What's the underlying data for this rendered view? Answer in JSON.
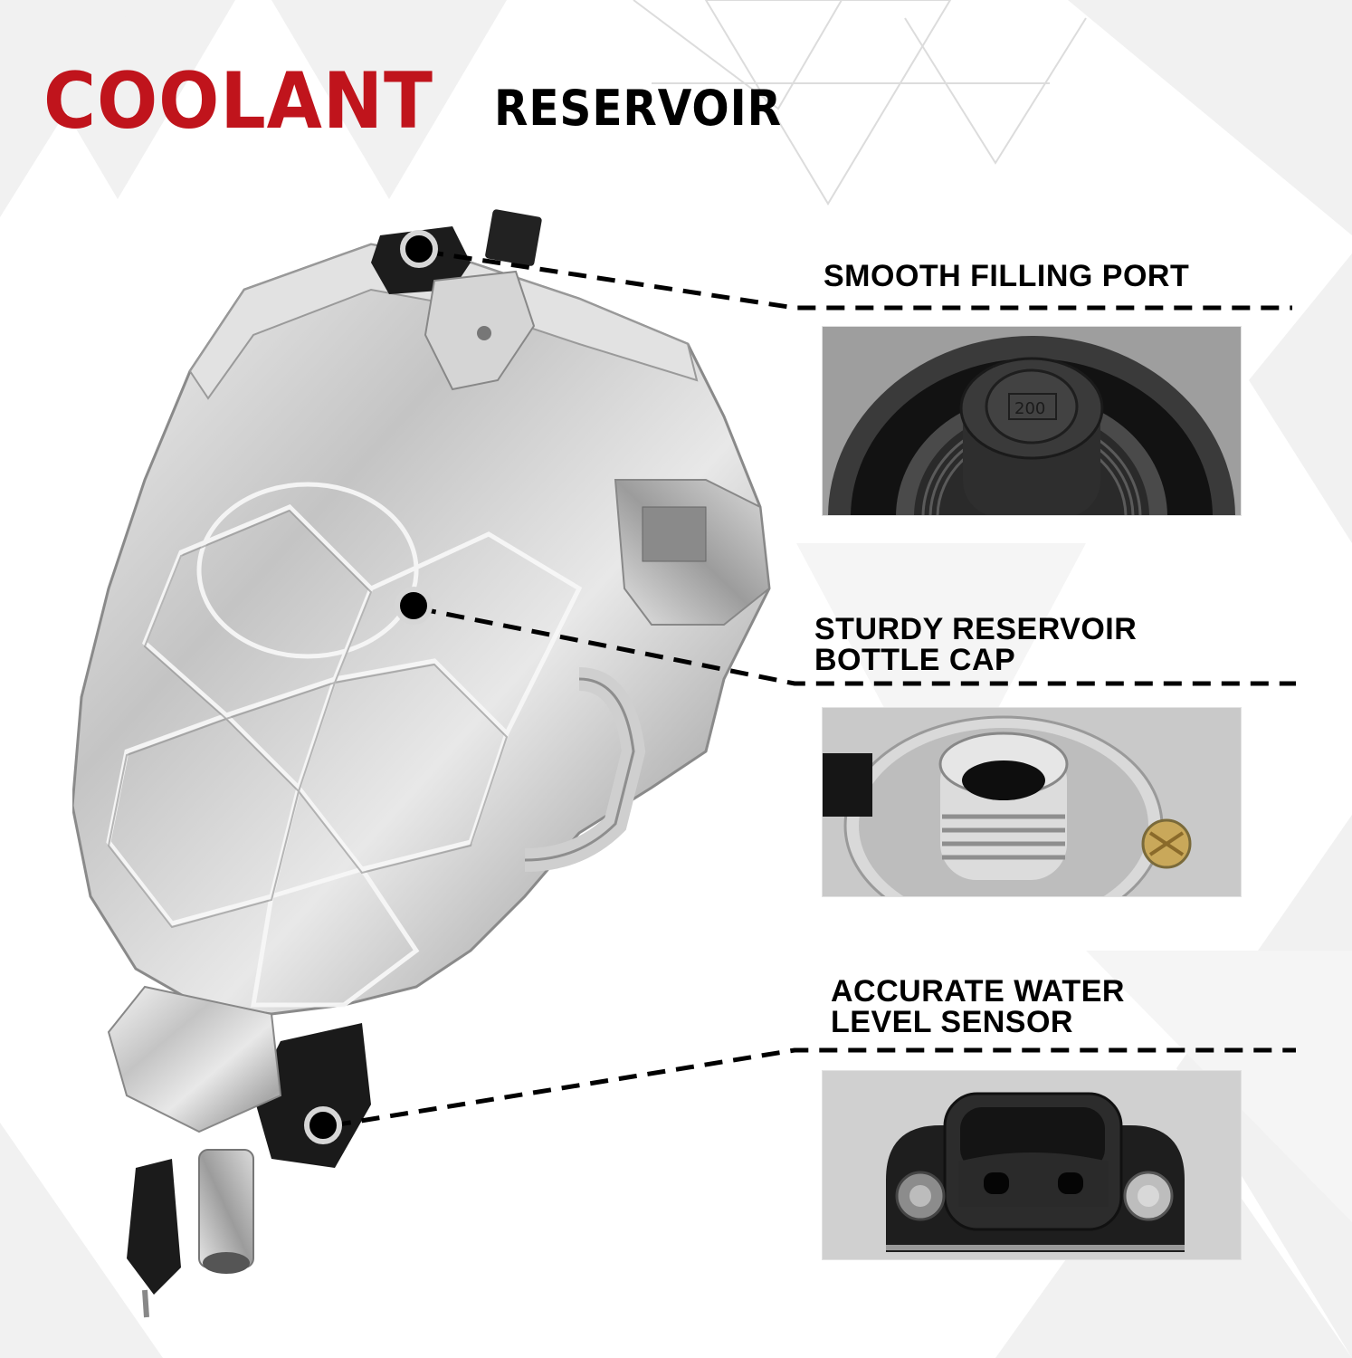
{
  "header": {
    "title_main": "COOLANT",
    "title_sub": "RESERVOIR",
    "title_main_color": "#c0141c",
    "title_sub_color": "#000000"
  },
  "product": {
    "name": "coolant reservoir tank",
    "finish": "polished silver",
    "accent_color": "#1a1a1a"
  },
  "features": [
    {
      "label_line1": "SMOOTH FILLING PORT",
      "label_line2": "",
      "photo_subject": "black filler neck with cap seat",
      "photo_marking": "200"
    },
    {
      "label_line1": "STURDY RESERVOIR",
      "label_line2": "BOTTLE CAP",
      "photo_subject": "threaded silver cap neck with brass vent"
    },
    {
      "label_line1": "ACCURATE WATER",
      "label_line2": "LEVEL SENSOR",
      "photo_subject": "black two-pin sensor connector with two bolts"
    }
  ],
  "colors": {
    "background": "#ffffff",
    "pattern": "#eeeeee",
    "leader_line": "#000000",
    "dot_ring": "#d6d6d6"
  }
}
